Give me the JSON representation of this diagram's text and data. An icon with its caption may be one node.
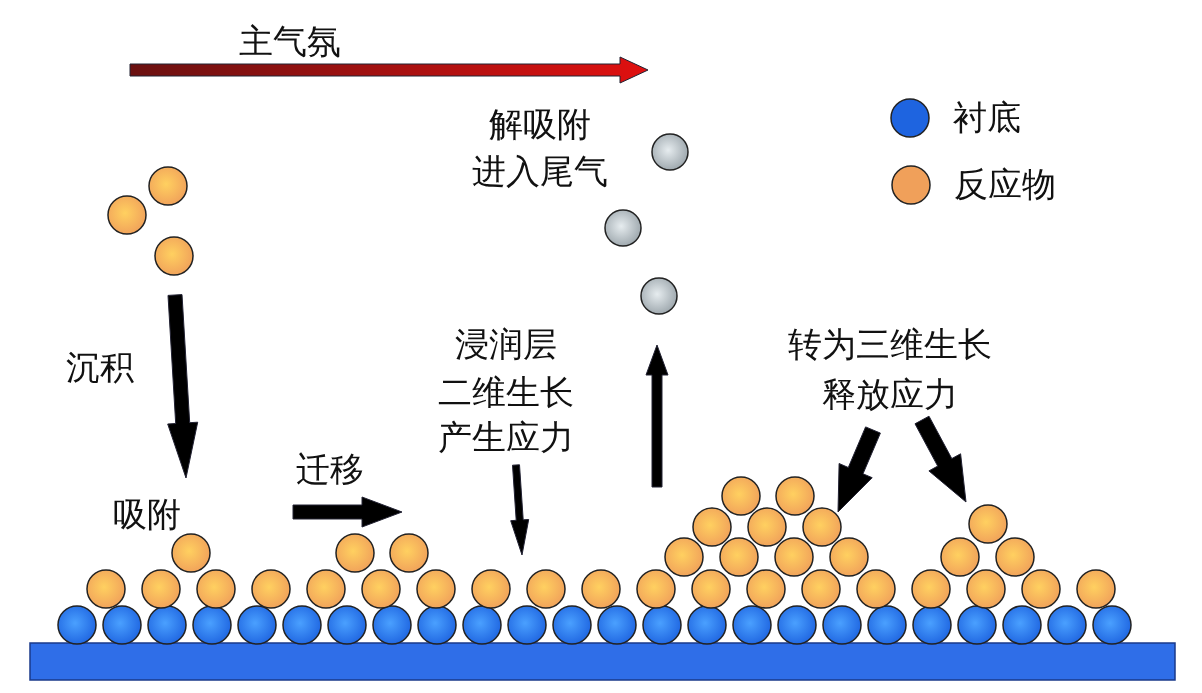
{
  "diagram": {
    "labels": [
      "主气氛",
      "解吸附",
      "进入尾气",
      "沉积",
      "浸润层",
      "二维生长",
      "产生应力",
      "转为三维生长",
      "释放应力",
      "迁移",
      "吸附"
    ],
    "legend": [
      {
        "text": "衬底",
        "color": "#1e64e0"
      },
      {
        "text": "反应物",
        "color": "#f0a05a"
      }
    ]
  }
}
